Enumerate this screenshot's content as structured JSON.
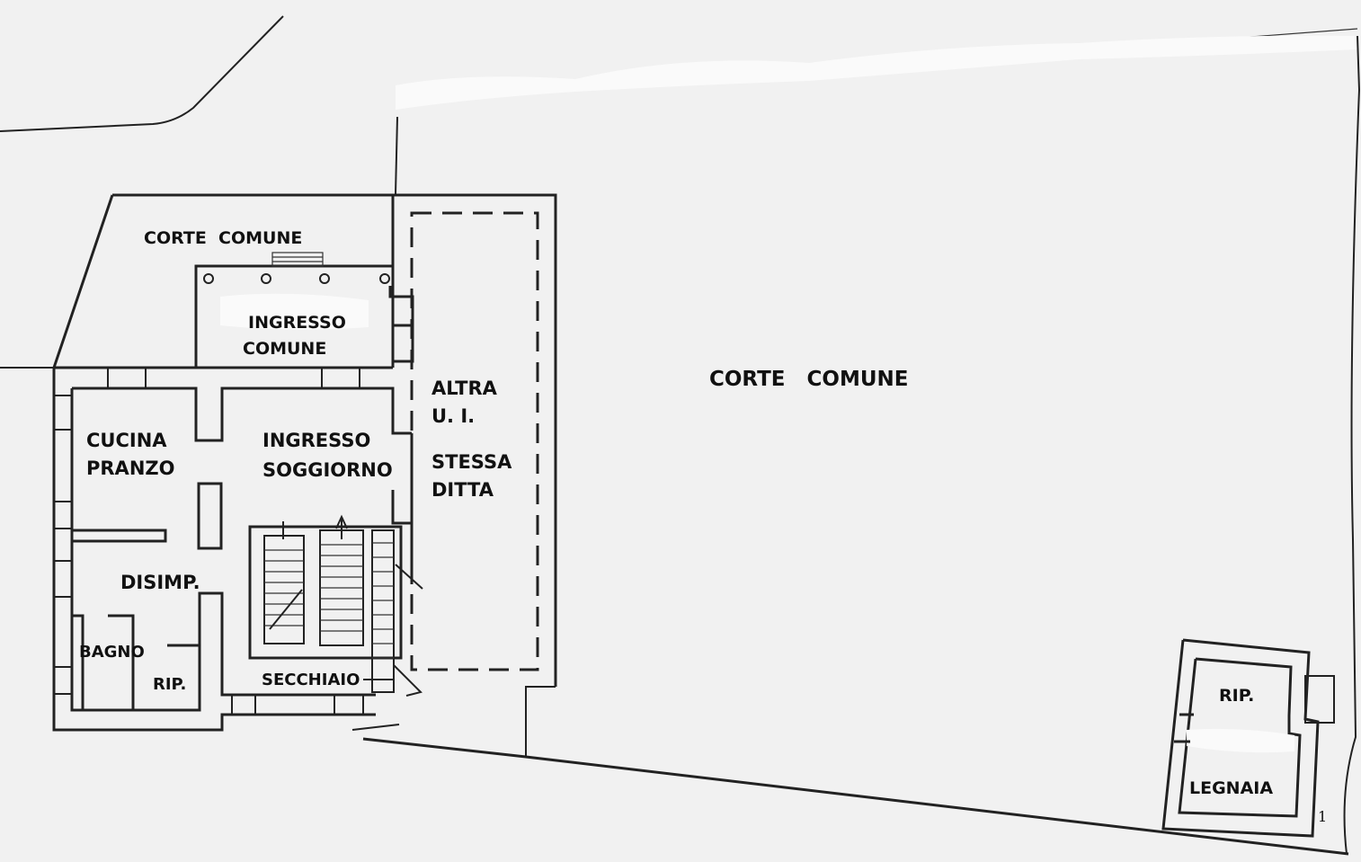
{
  "plan": {
    "labels": {
      "corte_comune_top": "CORTE  COMUNE",
      "ingresso_comune_1": "INGRESSO",
      "ingresso_comune_2": "COMUNE",
      "cucina_1": "CUCINA",
      "cucina_2": "PRANZO",
      "soggiorno_1": "INGRESSO",
      "soggiorno_2": "SOGGIORNO",
      "disimp": "DISIMP.",
      "bagno": "BAGNO",
      "rip_main": "RIP.",
      "secchiaio": "SECCHIAIO",
      "altra_1": "ALTRA",
      "altra_2": "U. I.",
      "altra_3": "STESSA",
      "altra_4": "DITTA",
      "corte_comune_right": "CORTE   COMUNE",
      "rip_small": "RIP.",
      "legnaia": "LEGNAIA",
      "page_number": "1"
    },
    "colors": {
      "background": "#f1f1f1",
      "line": "#222222",
      "text": "#111111"
    }
  }
}
